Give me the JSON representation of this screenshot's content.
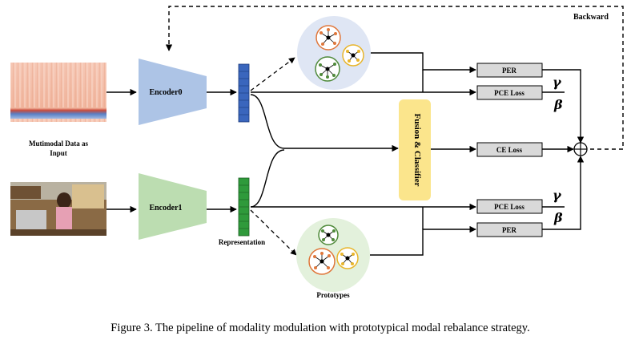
{
  "labels": {
    "backward": "Backward",
    "input_line1": "Mutimodal Data as",
    "input_line2": "Input",
    "encoder0": "Encoder0",
    "encoder1": "Encoder1",
    "representation": "Representation",
    "prototypes": "Prototypes",
    "fusion_classifier": "Fusion & Classifier",
    "per_top": "PER",
    "pce_top": "PCE Loss",
    "ce_loss": "CE Loss",
    "pce_bottom": "PCE Loss",
    "per_bottom": "PER",
    "gamma_top": "γ",
    "beta_top": "β",
    "gamma_bottom": "γ",
    "beta_bottom": "β",
    "sum_symbol": "⊕"
  },
  "caption": "Figure 3. The pipeline of modality modulation with prototypical modal rebalance strategy.",
  "colors": {
    "encoder0": "#adc4e6",
    "encoder1": "#bcddb1",
    "rep_blue": "#3a66bd",
    "rep_green": "#2f9a3b",
    "fusion": "#fbe58c",
    "box": "#d9d9d9",
    "proto_top_bg": "#dfe6f4",
    "proto_bottom_bg": "#e3f1dc"
  }
}
